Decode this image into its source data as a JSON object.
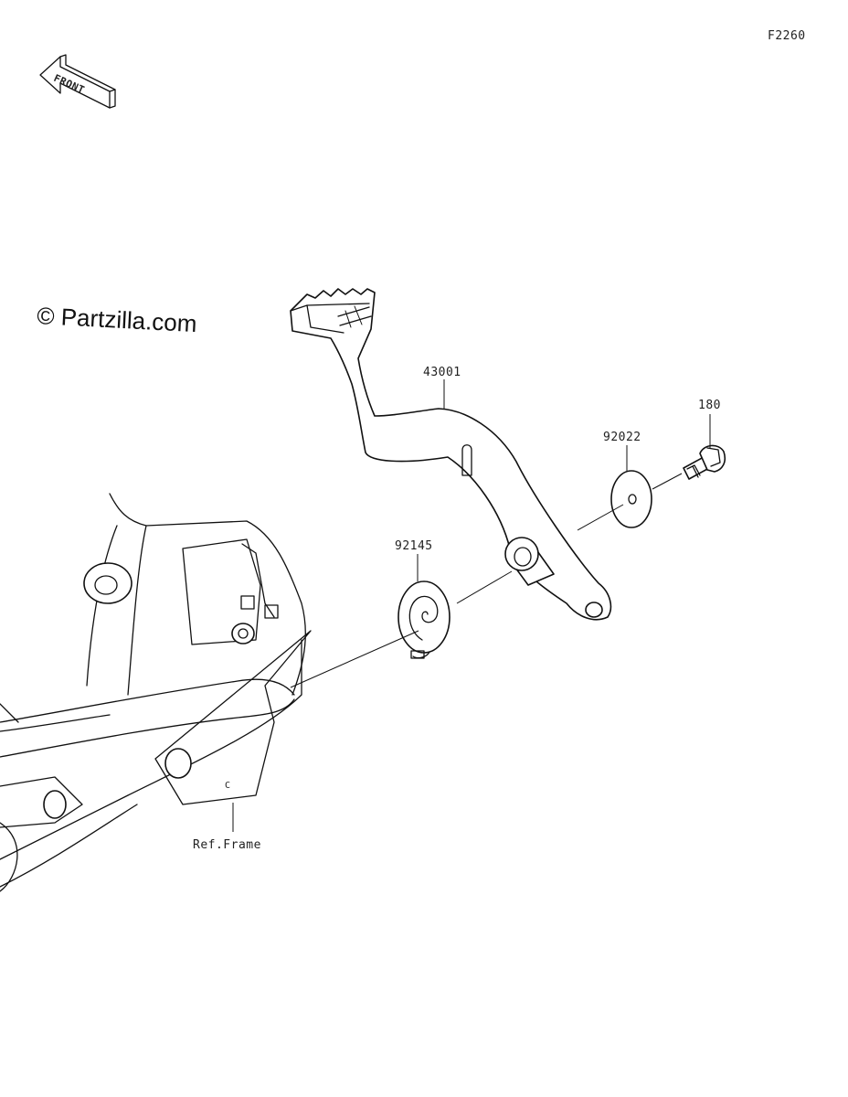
{
  "figure_code": "F2260",
  "front_arrow": {
    "label": "FRONT",
    "icon": "front-arrow-icon"
  },
  "watermark": "© Partzilla.com",
  "parts": [
    {
      "id": "pedal",
      "number": "43001"
    },
    {
      "id": "washer",
      "number": "92022"
    },
    {
      "id": "bolt",
      "number": "180"
    },
    {
      "id": "spring",
      "number": "92145"
    }
  ],
  "reference": {
    "label": "Ref.Frame"
  },
  "colors": {
    "line": "#111111",
    "background": "#ffffff"
  }
}
